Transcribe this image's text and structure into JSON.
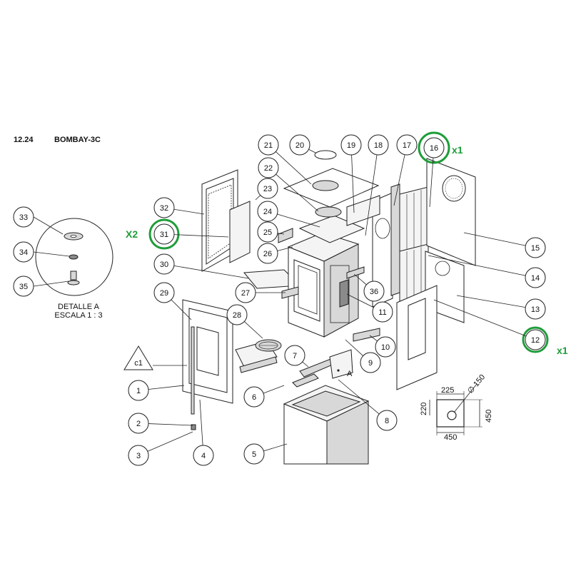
{
  "header": {
    "section_number": "12.24",
    "title": "BOMBAY-3C"
  },
  "detail": {
    "line1": "DETALLE A",
    "line2": "ESCALA 1 : 3",
    "marker_letter": "A"
  },
  "triangle_label": "c1",
  "callouts": [
    "1",
    "2",
    "3",
    "4",
    "5",
    "6",
    "7",
    "8",
    "9",
    "10",
    "11",
    "12",
    "13",
    "14",
    "15",
    "16",
    "17",
    "18",
    "19",
    "20",
    "21",
    "22",
    "23",
    "24",
    "25",
    "26",
    "27",
    "28",
    "29",
    "30",
    "31",
    "32",
    "33",
    "34",
    "35",
    "36"
  ],
  "annotations": {
    "qty_16": "x1",
    "qty_12": "x1",
    "qty_31": "X2",
    "highlight_color": "#1f9d3a"
  },
  "dimensions": {
    "width_top": "225",
    "height_left": "220",
    "diameter": "∅ 150",
    "height_right": "450",
    "width_bottom": "450"
  }
}
